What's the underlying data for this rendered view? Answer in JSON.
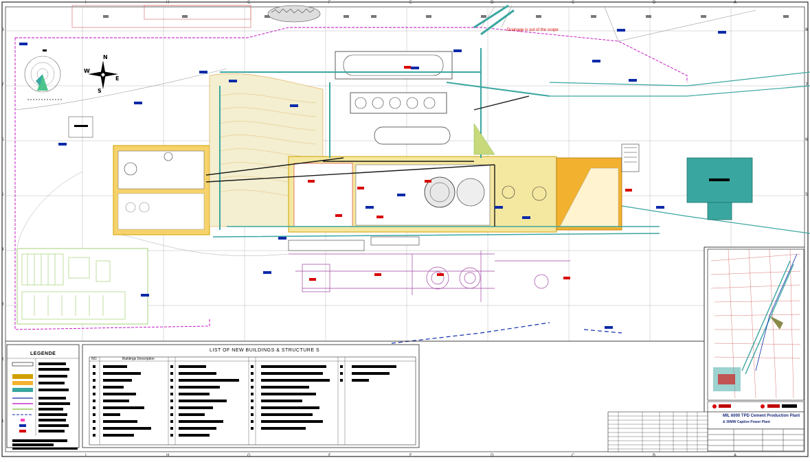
{
  "drawing": {
    "grid_cols_top": [
      "I",
      "H",
      "G",
      "F",
      "E",
      "D",
      "C",
      "B",
      "A"
    ],
    "grid_rows": [
      "8",
      "7",
      "6",
      "5",
      "4",
      "3",
      "2",
      "1"
    ],
    "compass_letters": {
      "n": "N",
      "s": "S",
      "e": "E",
      "w": "W"
    },
    "drainage_note": "Drainage is out of the scope"
  },
  "legend": {
    "title": "LEGENDE"
  },
  "buildings": {
    "title": "LIST OF NEW BUILDINGS & STRUCTURE S",
    "col_no": "NO.",
    "col_desc": "Buildings Description"
  },
  "title_block": {
    "line1": "MIL 6000 TPD Cement Production Plant",
    "line2": "& 30MW Captive Power Plant"
  },
  "colors": {
    "plan_blue": "#0b2aa8",
    "plan_red": "#d80000",
    "plan_yellow": "#f0c020",
    "plan_teal": "#3aa6a0",
    "plan_magenta": "#c000c0",
    "plan_green": "#7fbf3f"
  }
}
